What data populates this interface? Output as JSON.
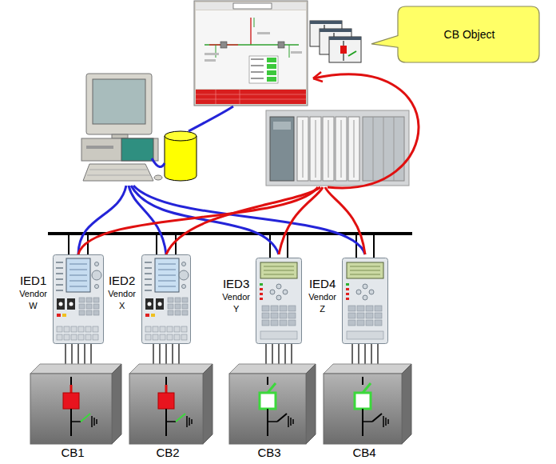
{
  "diagram": {
    "nodes": [
      {
        "text": [
          "CB Object"
        ]
      },
      {
        "text": [
          "IED1",
          "Vendor W"
        ]
      },
      {
        "text": [
          "IED2",
          "Vendor X"
        ]
      },
      {
        "text": [
          "IED3",
          "Vendor Y"
        ]
      },
      {
        "text": [
          "IED4",
          "Vendor Z"
        ]
      },
      {
        "text": [
          "CB1"
        ]
      },
      {
        "text": [
          "CB2"
        ]
      },
      {
        "text": [
          "CB3"
        ]
      },
      {
        "text": [
          "CB4"
        ]
      }
    ],
    "edges": [
      {
        "from": 1,
        "to": 5,
        "arrow": "none"
      },
      {
        "from": 2,
        "to": 6,
        "arrow": "none"
      },
      {
        "from": 3,
        "to": 7,
        "arrow": "none"
      },
      {
        "from": 4,
        "to": 8,
        "arrow": "none"
      }
    ]
  }
}
